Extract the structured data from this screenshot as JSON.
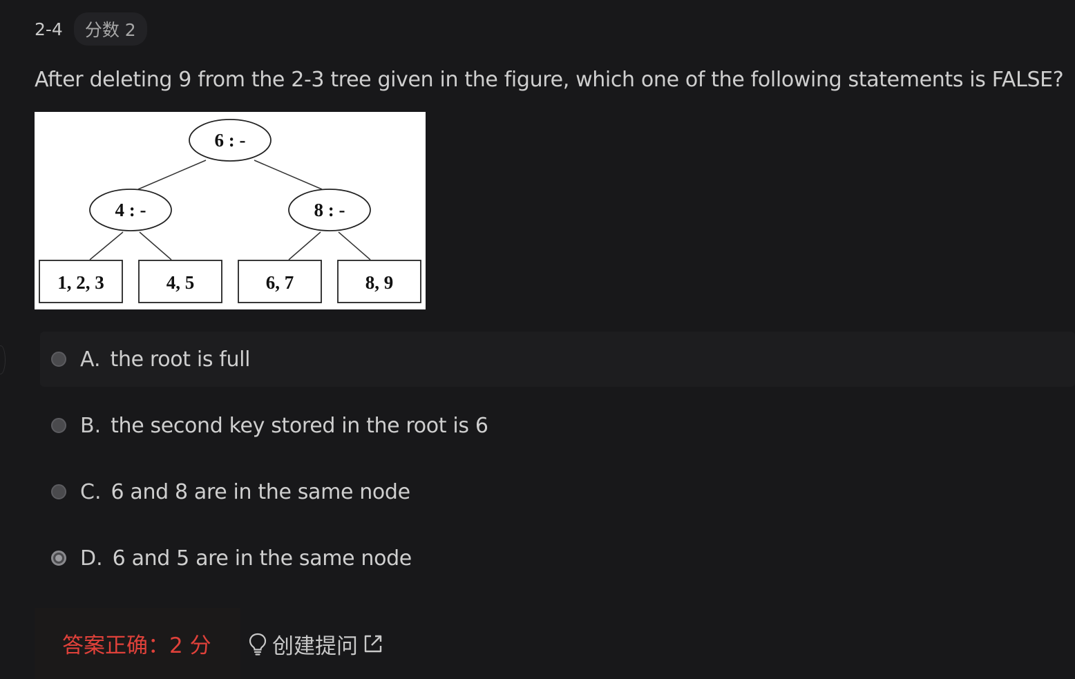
{
  "question": {
    "number": "2-4",
    "score_label": "分数 2",
    "text": "After deleting 9 from the 2-3 tree given in the figure, which one of the following statements is FALSE?"
  },
  "figure": {
    "root_node": "6 : -",
    "internal_nodes": [
      "4 : -",
      "8 : -"
    ],
    "leaves": [
      "1, 2, 3",
      "4, 5",
      "6, 7",
      "8, 9"
    ]
  },
  "options": [
    {
      "letter": "A.",
      "text": "the root is full",
      "selected": false
    },
    {
      "letter": "B.",
      "text": "the second key stored in the root is 6",
      "selected": false
    },
    {
      "letter": "C.",
      "text": "6 and 8 are in the same node",
      "selected": false
    },
    {
      "letter": "D.",
      "text": "6 and 5 are in the same node",
      "selected": true
    }
  ],
  "result": {
    "text": "答案正确：2 分"
  },
  "ask_question": {
    "label": "创建提问"
  },
  "colors": {
    "background": "#18181a",
    "result_red": "#e0413a"
  }
}
